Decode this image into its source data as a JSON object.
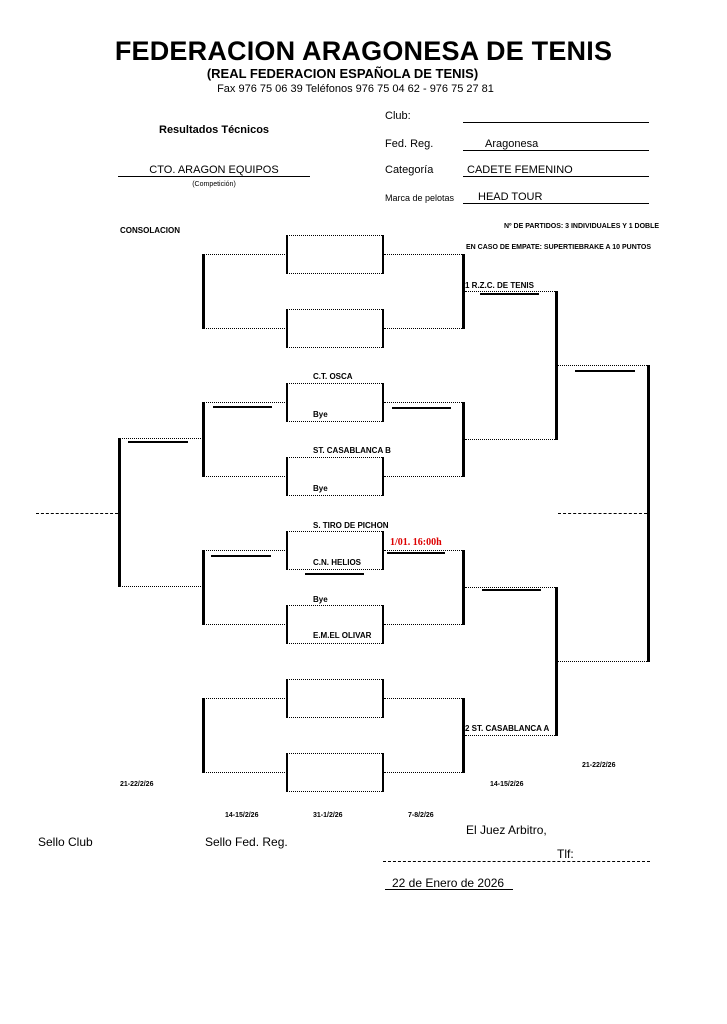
{
  "header": {
    "title": "FEDERACION ARAGONESA DE TENIS",
    "subtitle": "(REAL FEDERACION ESPAÑOLA DE TENIS)",
    "contact": "Fax  976 75 06 39   Teléfonos   976 75 04 62  -  976 75 27 81"
  },
  "form": {
    "results_label": "Resultados Técnicos",
    "competition_value": "CTO. ARAGON EQUIPOS",
    "competition_caption": "(Competición)",
    "club_label": "Club:",
    "club_value": "",
    "fed_reg_label": "Fed. Reg.",
    "fed_reg_value": "Aragonesa",
    "category_label": "Categoría",
    "category_value": "CADETE FEMENINO",
    "balls_label": "Marca de pelotas",
    "balls_value": "HEAD TOUR"
  },
  "bracket": {
    "section_label": "CONSOLACION",
    "note_matches": "Nº DE PARTIDOS: 3 INDIVIDUALES Y 1 DOBLE",
    "note_tie": "EN CASO DE EMPATE: SUPERTIEBRAKE A 10 PUNTOS",
    "seed_1": "1 R.Z.C. DE TENIS",
    "seed_2": "2 ST. CASABLANCA A",
    "entries": [
      "C.T. OSCA",
      "Bye",
      "ST. CASABLANCA B",
      "Bye",
      "S. TIRO DE PICHON",
      "C.N. HELIOS",
      "Bye",
      "E.M.EL OLIVAR"
    ],
    "schedule_note": "1/01. 16:00h",
    "dates": {
      "left_bottom": "21-22/2/26",
      "round_1": "14-15/2/26",
      "round_2": "31-1/2/26",
      "round_3": "7-8/2/26",
      "right_mid": "14-15/2/26",
      "right_end": "21-22/2/26"
    }
  },
  "footer": {
    "stamp_club": "Sello   Club",
    "stamp_fed": "Sello  Fed. Reg.",
    "referee": "El Juez Arbitro,",
    "phone_label": "Tlf:",
    "date": "22  de Enero  de 2026"
  }
}
